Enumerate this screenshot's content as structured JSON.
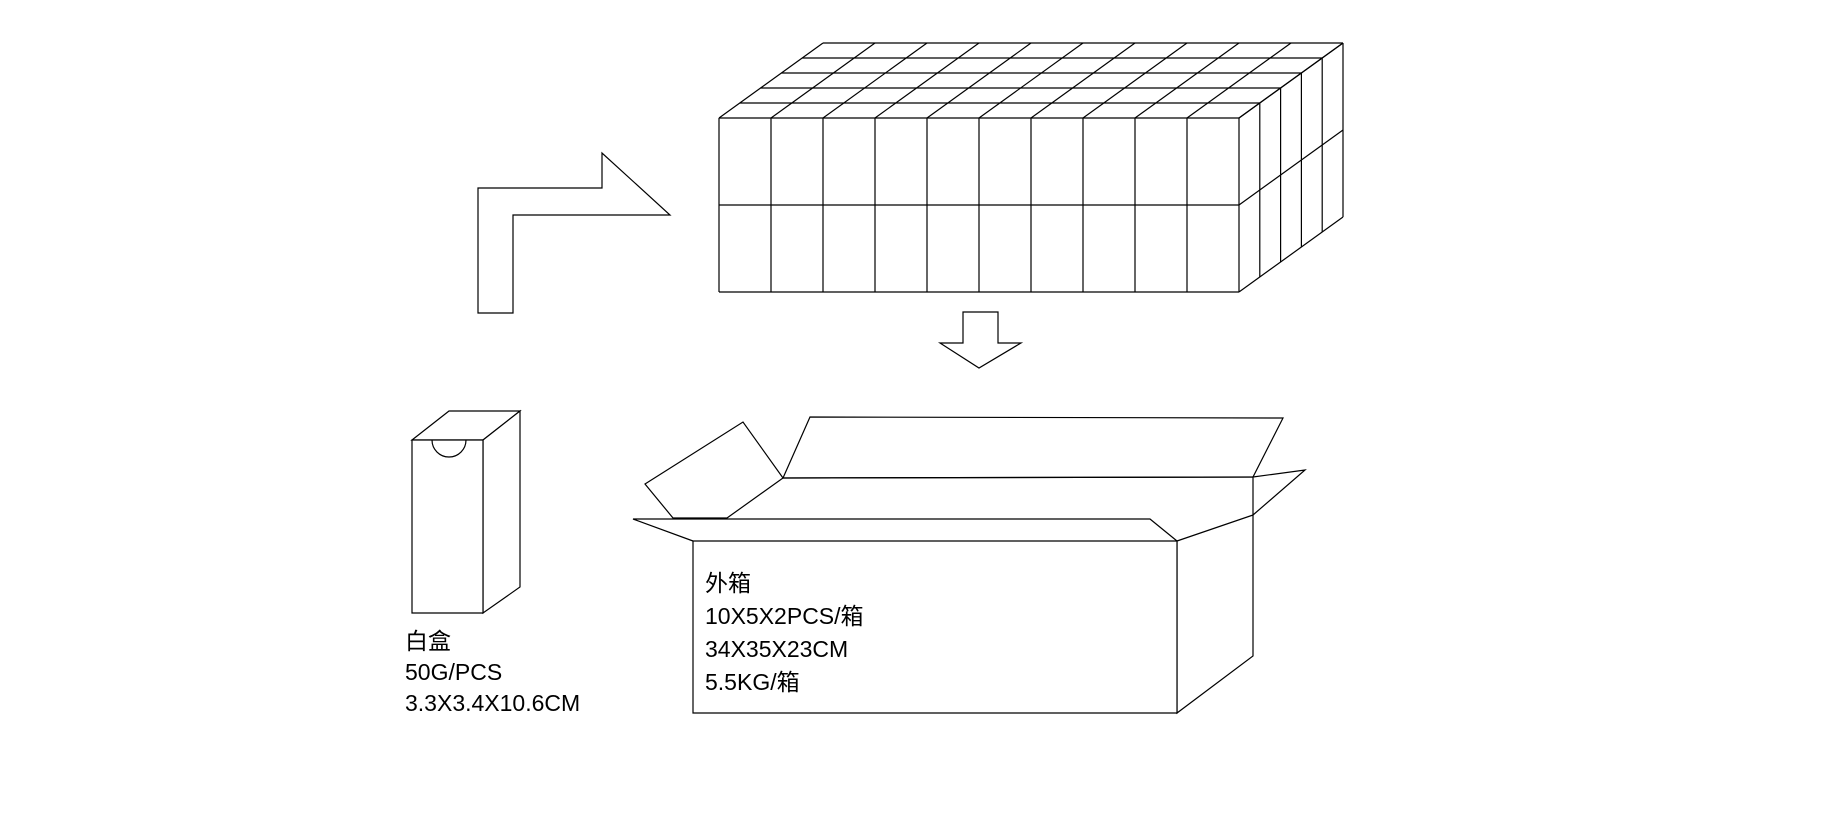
{
  "page": {
    "background_color": "#ffffff",
    "line_color": "#000000",
    "text_color": "#000000"
  },
  "diagram": {
    "stack": {
      "name": "packed-boxes-stack",
      "columns": 10,
      "depth": 5,
      "layers": 2
    },
    "arrows": [
      {
        "name": "bent-arrow",
        "direction": "up-right"
      },
      {
        "name": "down-arrow",
        "direction": "down"
      }
    ],
    "unit_box": {
      "title": "白盒",
      "weight": "50G/PCS",
      "dimensions": "3.3X3.4X10.6CM"
    },
    "carton": {
      "title": "外箱",
      "packing": "10X5X2PCS/箱",
      "dimensions": "34X35X23CM",
      "weight": "5.5KG/箱"
    }
  }
}
